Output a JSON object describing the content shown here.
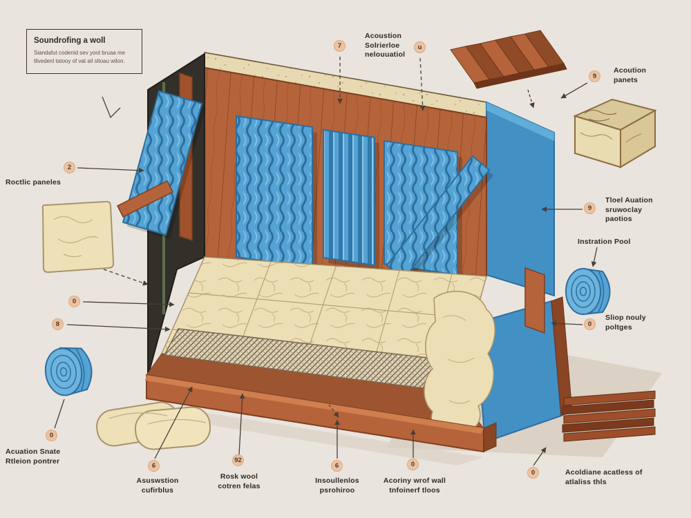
{
  "colors": {
    "background": "#e9e4de",
    "wood": "#b5633a",
    "wood_dark": "#7d3f20",
    "panel_blue": "#54a3d4",
    "panel_blue_dark": "#2d6e9e",
    "insulation_cream": "#ecdfb6",
    "leader_line": "#473f36",
    "badge": "#ecc3a1",
    "shadow": "#dbd1c4"
  },
  "title_box": {
    "title": "Soundrofing a woll",
    "body": "Siandafut codenid sev yoot bruaa me tlivedenl tatooy of vat ail sltoau wilon."
  },
  "labels": {
    "roctlic": {
      "badge": "2",
      "text": "Roctlic paneles"
    },
    "acoustion_top": {
      "badge": "7",
      "badge2": "u",
      "text": "Acoustion Solrierloe nelouuatiol"
    },
    "acoution_panets": {
      "badge": "9",
      "text": "Acoution panets"
    },
    "tloel": {
      "badge": "9",
      "text": "Tloel Auation sruwoclay paotios"
    },
    "instration": {
      "text": "Instration Pool"
    },
    "sliop": {
      "badge": "0",
      "text": "Sliop nouly poltges"
    },
    "left_a": {
      "badge": "0"
    },
    "left_b": {
      "badge": "8"
    },
    "acuation_snate": {
      "badge": "0",
      "text": "Acuation Snate Rtleion pontrer"
    },
    "asuswstion": {
      "badge": "6",
      "text": "Asuswstion cufirblus"
    },
    "rosk_wool": {
      "badge": "92",
      "text": "Rosk wool cotren felas"
    },
    "insoullenlos": {
      "badge": "6",
      "text": "Insoullenlos psrohiroo"
    },
    "acoriny": {
      "badge": "0",
      "text": "Acoriny wrof wall tnfoinerf tloos"
    },
    "acoldiane": {
      "badge": "0",
      "text": "Acoldiane acatless of atlaliss thls"
    }
  }
}
